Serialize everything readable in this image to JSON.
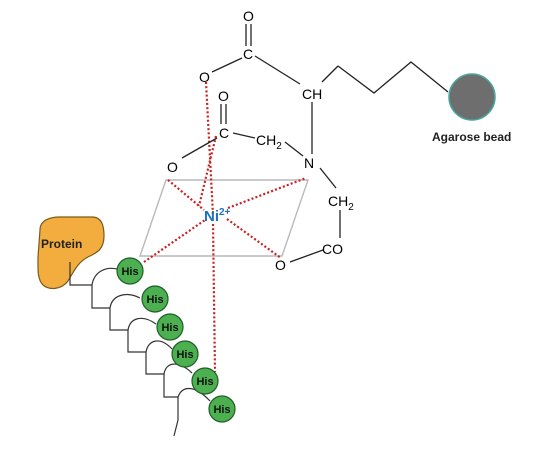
{
  "diagram": {
    "atoms": {
      "o_top": "O",
      "c_top": "C",
      "o_ester1": "O",
      "ch": "CH",
      "o_mid": "O",
      "c_mid": "C",
      "ch2_mid": "CH",
      "ch2_mid_sub": "2",
      "o_left": "O",
      "n": "N",
      "ch2_right": "CH",
      "ch2_right_sub": "2",
      "o_bottom": "O",
      "co": "CO"
    },
    "metal": {
      "label": "Ni",
      "charge": "2+",
      "color": "#1f6fbf"
    },
    "bead": {
      "label": "Agarose bead",
      "color": "#6e6e6e"
    },
    "protein": {
      "label": "Protein",
      "color": "#f2ad3e"
    },
    "his_tag": {
      "label": "His",
      "count": 6,
      "color": "#4caf50"
    },
    "colors": {
      "coordination": "#cc1f1f",
      "plane": "#b9b9b9"
    }
  }
}
